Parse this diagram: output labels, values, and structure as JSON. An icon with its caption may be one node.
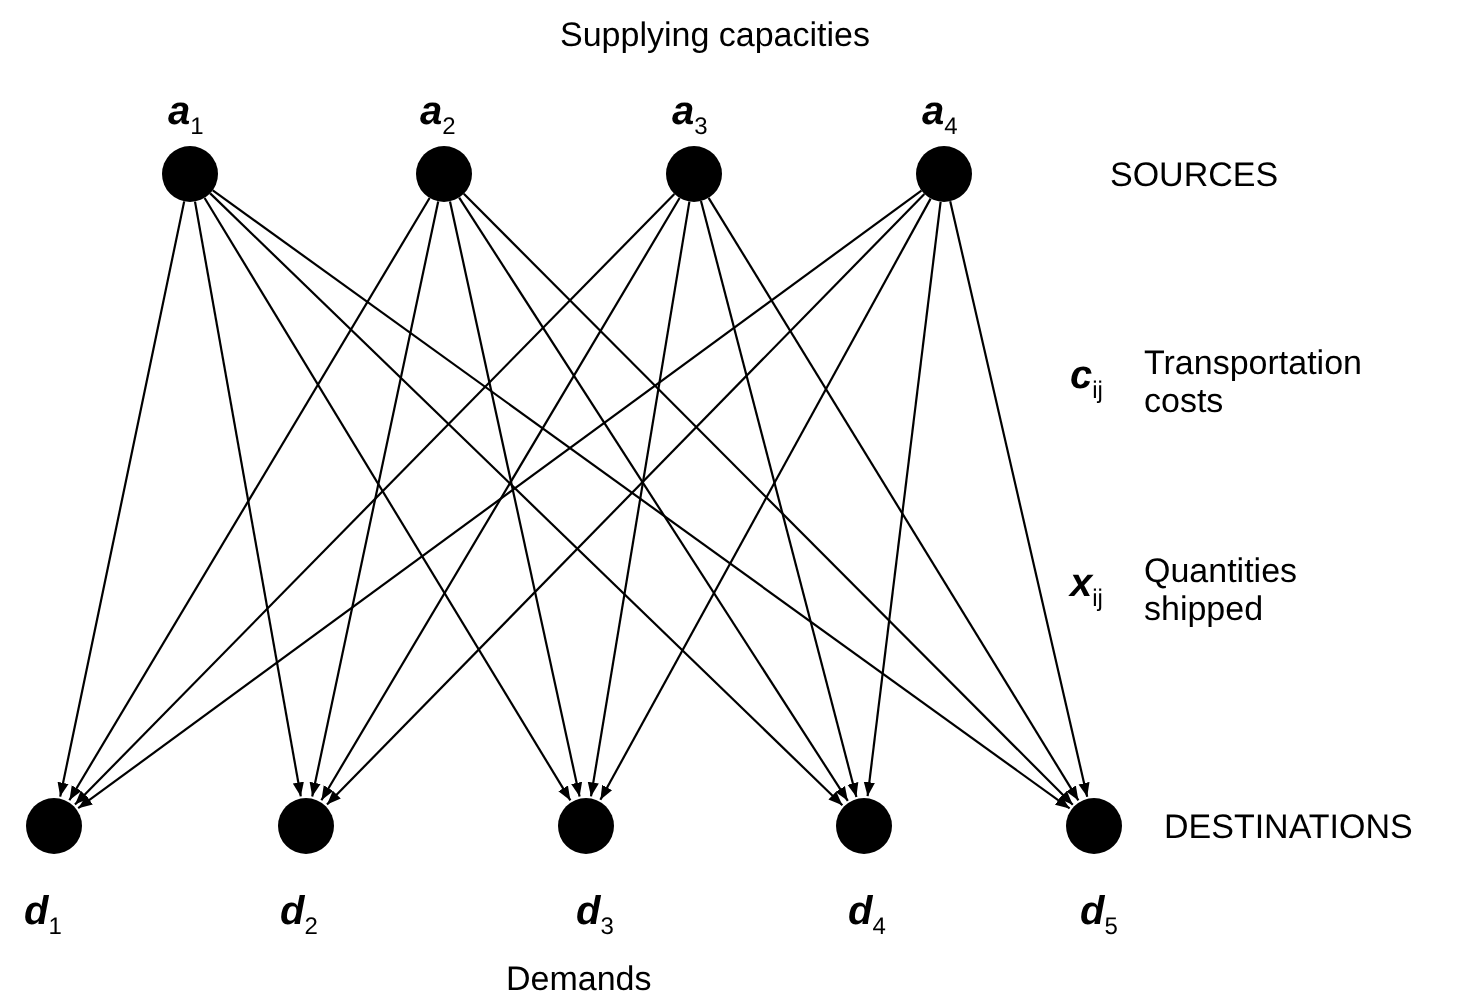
{
  "diagram": {
    "nodes": [
      {
        "text": [],
        "shape": "circle",
        "beside": [
          "*a*$_{1}$"
        ]
      },
      {
        "text": [],
        "shape": "circle",
        "beside": [
          "*a*$_{2}$"
        ]
      },
      {
        "text": [],
        "shape": "circle",
        "beside": [
          "*a*$_{3}$"
        ]
      },
      {
        "text": [],
        "shape": "circle",
        "beside": [
          "*a*$_{4}$"
        ]
      },
      {
        "text": [],
        "shape": "circle",
        "beside": [
          "*d*$_{1}$"
        ]
      },
      {
        "text": [],
        "shape": "circle",
        "beside": [
          "*d*$_{2}$"
        ]
      },
      {
        "text": [],
        "shape": "circle",
        "beside": [
          "*d*$_{3}$"
        ]
      },
      {
        "text": [],
        "shape": "circle",
        "beside": [
          "*d*$_{4}$"
        ]
      },
      {
        "text": [],
        "shape": "circle",
        "beside": [
          "*d*$_{5}$"
        ]
      }
    ],
    "edges": [
      {
        "from": 0,
        "to": 4,
        "arrow": "to"
      },
      {
        "from": 0,
        "to": 5,
        "arrow": "to"
      },
      {
        "from": 0,
        "to": 6,
        "arrow": "to"
      },
      {
        "from": 0,
        "to": 7,
        "arrow": "to"
      },
      {
        "from": 0,
        "to": 8,
        "arrow": "to"
      },
      {
        "from": 1,
        "to": 4,
        "arrow": "to"
      },
      {
        "from": 1,
        "to": 5,
        "arrow": "to"
      },
      {
        "from": 1,
        "to": 6,
        "arrow": "to"
      },
      {
        "from": 1,
        "to": 7,
        "arrow": "to"
      },
      {
        "from": 1,
        "to": 8,
        "arrow": "to"
      },
      {
        "from": 2,
        "to": 4,
        "arrow": "to"
      },
      {
        "from": 2,
        "to": 5,
        "arrow": "to"
      },
      {
        "from": 2,
        "to": 6,
        "arrow": "to"
      },
      {
        "from": 2,
        "to": 7,
        "arrow": "to"
      },
      {
        "from": 2,
        "to": 8,
        "arrow": "to"
      },
      {
        "from": 3,
        "to": 4,
        "arrow": "to"
      },
      {
        "from": 3,
        "to": 5,
        "arrow": "to"
      },
      {
        "from": 3,
        "to": 6,
        "arrow": "to"
      },
      {
        "from": 3,
        "to": 7,
        "arrow": "to"
      },
      {
        "from": 3,
        "to": 8,
        "arrow": "to"
      }
    ],
    "labels": [
      "Supplying capacities",
      "SOURCES",
      "*c*$_{ij}$",
      "Transportation costs",
      "*x*$_{ij}$",
      "Quantities shipped",
      "DESTINATIONS",
      "Demands"
    ]
  }
}
